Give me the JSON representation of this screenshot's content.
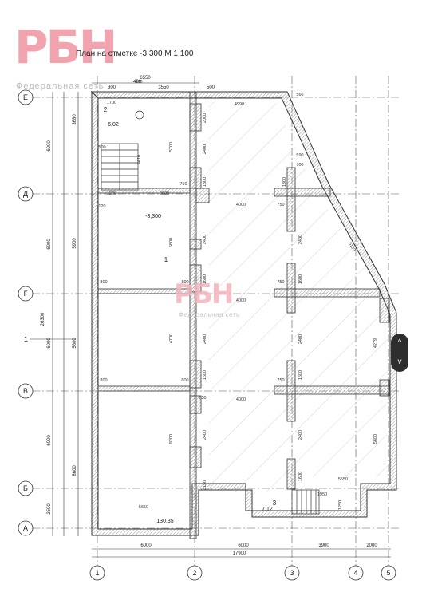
{
  "logo": {
    "mark": "РБН",
    "subtitle": "Федеральная сеть"
  },
  "watermark": {
    "mark": "РБН",
    "subtitle": "Федеральная сеть"
  },
  "title": "План на отметке -3.300  М 1:100",
  "axes": {
    "rows": [
      "Е",
      "Д",
      "Г",
      "В",
      "Б",
      "А"
    ],
    "cols": [
      "1",
      "2",
      "3",
      "4",
      "5"
    ]
  },
  "section_mark": "1",
  "top_dims": [
    "6550",
    "400",
    "3550",
    "500",
    "300"
  ],
  "bottom_dims": [
    "6000",
    "6000",
    "3900",
    "2000"
  ],
  "bottom_total": "17900",
  "left_dims": [
    "6000",
    "6000",
    "6000",
    "6000",
    "2500"
  ],
  "left_total": "26300",
  "left_inner_dims": [
    "3680",
    "5900",
    "5600",
    "8600"
  ],
  "room_labels": [
    "1",
    "2",
    "3",
    "6,02",
    "7,12",
    "130,35"
  ],
  "level_mark": "-3,300",
  "dims": {
    "d4998": "4998",
    "d566": "566",
    "d590": "590",
    "d700": "700",
    "d1700": "1700",
    "d1300": "1300",
    "d4000": "4000",
    "d750": "750",
    "d3600": "3600",
    "d5700": "5700",
    "d5600": "5600",
    "d4700": "4700",
    "d8200": "8200",
    "d2400": "2400",
    "d1600": "1600",
    "d800": "800",
    "d5650": "5650",
    "d5550": "5550",
    "d1950": "1950",
    "d4279": "4279",
    "d5600r": "5600",
    "d6193": "6193",
    "d4410": "4410",
    "d500": "500",
    "d3150": "3150",
    "d1200": "1200",
    "d120": "120",
    "d400": "400",
    "d2000": "2000",
    "d1250": "1250"
  },
  "nav": {
    "up": "^",
    "down": "v"
  }
}
